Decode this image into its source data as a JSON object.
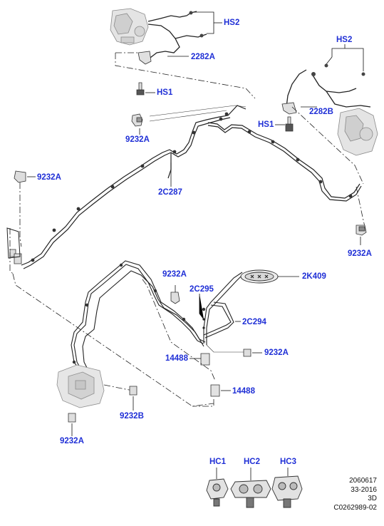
{
  "callouts": {
    "hs2_top": "HS2",
    "p2282a": "2282A",
    "hs1_top": "HS1",
    "p9232a_1": "9232A",
    "hs2_right": "HS2",
    "p2282b": "2282B",
    "hs1_right": "HS1",
    "p9232a_left": "9232A",
    "p2c287": "2C287",
    "p9232a_right": "9232A",
    "p9232a_mid": "9232A",
    "p2k409": "2K409",
    "p2c295": "2C295",
    "p2c294": "2C294",
    "p14488_a": "14488",
    "p9232a_lower": "9232A",
    "p14488_b": "14488",
    "p9232b": "9232B",
    "p9232a_bottom": "9232A",
    "hc1": "HC1",
    "hc2": "HC2",
    "hc3": "HC3"
  },
  "footer": {
    "line1": "2060617",
    "line2": "33-2016",
    "line3": "3D",
    "line4": "C0262989-02"
  }
}
